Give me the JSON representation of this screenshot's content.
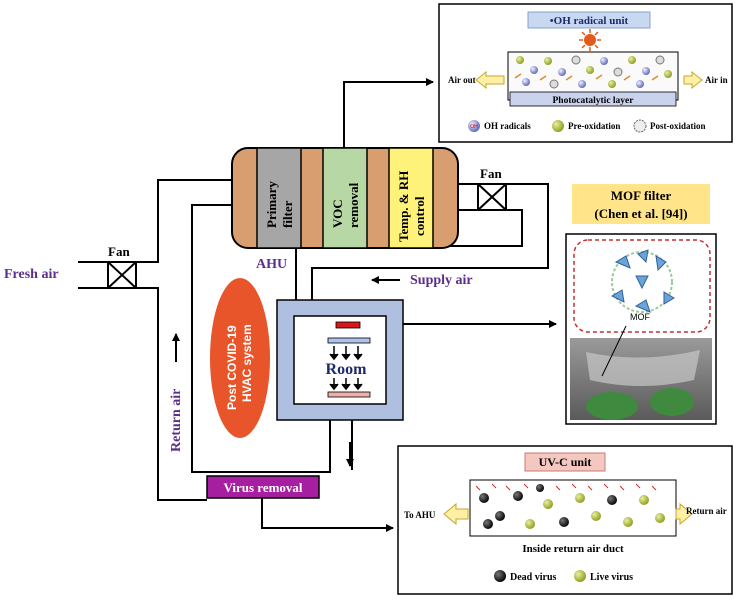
{
  "colors": {
    "ahu_body": "#d99e6f",
    "primary_filter": "#a6a6a6",
    "voc_removal": "#b7d7a4",
    "temp_rh_control": "#fff27a",
    "room_outer": "#aebfe0",
    "hvac_oval": "#e8552a",
    "virus_removal": "#a61fa0",
    "purple_text": "#5b2e8a",
    "oh_title_bg": "#c7d8f0",
    "mof_title_bg": "#ffe48a",
    "uvc_title_bg": "#f4c7c1",
    "arrow_fill": "#fff0a6",
    "arrow_stroke": "#c9a52b"
  },
  "labels": {
    "fresh_air": "Fresh air",
    "fan_left": "Fan",
    "fan_right": "Fan",
    "ahu": "AHU",
    "primary_filter": [
      "Primary",
      "filter"
    ],
    "voc_removal": [
      "VOC",
      "removal"
    ],
    "temp_rh": [
      "Temp. & RH",
      "control"
    ],
    "supply_air": "Supply air",
    "return_air": "Return air",
    "room": "Room",
    "hvac_system": [
      "Post COVID-19",
      "HVAC system"
    ],
    "virus_removal": "Virus removal"
  },
  "oh_unit": {
    "title": "•OH radical unit",
    "air_out": "Air out",
    "air_in": "Air in",
    "layer": "Photocatalytic layer",
    "legend": [
      {
        "icon": "oh-radical-icon",
        "text": "OH radicals"
      },
      {
        "icon": "pre-oxidation-icon",
        "text": "Pre-oxidation"
      },
      {
        "icon": "post-oxidation-icon",
        "text": "Post-oxidation"
      }
    ],
    "oh_badge": "OH"
  },
  "mof": {
    "title_line1": "MOF filter",
    "title_line2": "(Chen et al. [94])",
    "photo_label": "MOF"
  },
  "uvc_unit": {
    "title": "UV-C unit",
    "to_ahu": "To AHU",
    "return_air": "Return air",
    "duct": "Inside return air duct",
    "legend": [
      {
        "icon": "dead-virus-icon",
        "text": "Dead virus"
      },
      {
        "icon": "live-virus-icon",
        "text": "Live virus"
      }
    ]
  }
}
